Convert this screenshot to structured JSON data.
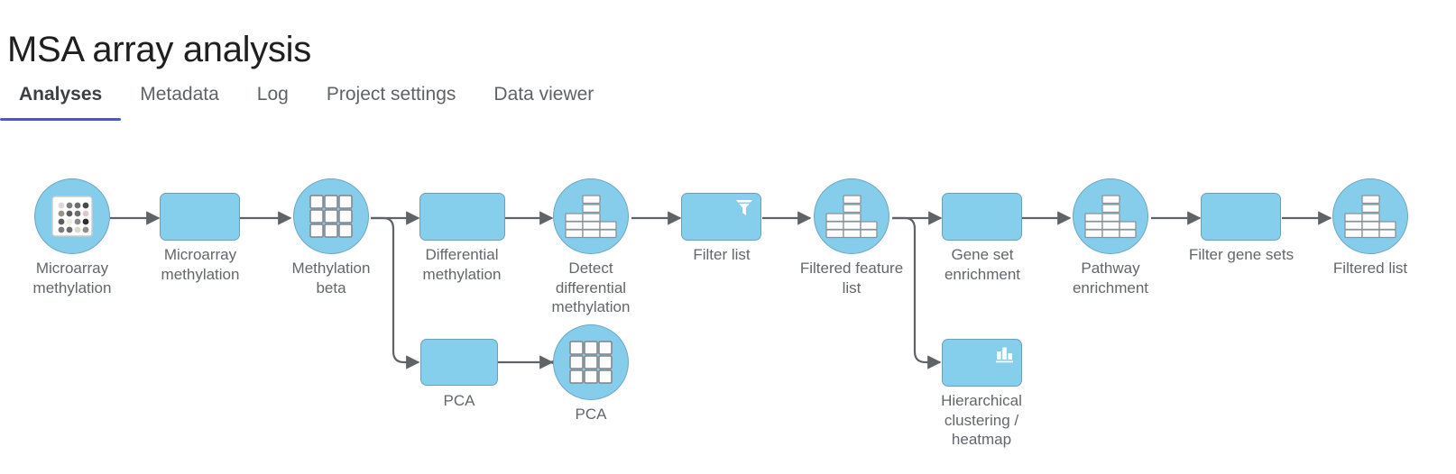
{
  "header": {
    "title": "MSA array analysis"
  },
  "tabs": [
    {
      "label": "Analyses",
      "active": true
    },
    {
      "label": "Metadata",
      "active": false
    },
    {
      "label": "Log",
      "active": false
    },
    {
      "label": "Project settings",
      "active": false
    },
    {
      "label": "Data viewer",
      "active": false
    }
  ],
  "colors": {
    "node_fill": "#85cdeb",
    "node_stroke": "#6fa8bf",
    "rect_fill": "#86cfec",
    "rect_stroke": "#6f9fb4",
    "wire": "#5f6368",
    "label_text": "#63666b",
    "tab_active_underline": "#4a56d6",
    "tab_text": "#5f6368",
    "title_text": "#1f1f1f"
  },
  "workflow": {
    "nodes": [
      {
        "id": "n1",
        "label": "Microarray\nmethylation",
        "shape": "circle",
        "icon": "microarray-dots-icon"
      },
      {
        "id": "n2",
        "label": "Microarray\nmethylation",
        "shape": "rect",
        "icon": "none"
      },
      {
        "id": "n3",
        "label": "Methylation\nbeta",
        "shape": "circle",
        "icon": "grid-squares-icon"
      },
      {
        "id": "n4",
        "label": "Differential\nmethylation",
        "shape": "rect",
        "icon": "none"
      },
      {
        "id": "n5",
        "label": "Detect\ndifferential\nmethylation",
        "shape": "circle",
        "icon": "feature-list-icon"
      },
      {
        "id": "n6",
        "label": "Filter list",
        "shape": "rect",
        "icon": "funnel-icon"
      },
      {
        "id": "n7",
        "label": "Filtered feature\nlist",
        "shape": "circle",
        "icon": "feature-list-icon"
      },
      {
        "id": "n8",
        "label": "Gene set\nenrichment",
        "shape": "rect",
        "icon": "none"
      },
      {
        "id": "n9",
        "label": "Pathway\nenrichment",
        "shape": "circle",
        "icon": "feature-list-icon"
      },
      {
        "id": "n10",
        "label": "Filter gene sets",
        "shape": "rect",
        "icon": "none"
      },
      {
        "id": "n11",
        "label": "Filtered list",
        "shape": "circle",
        "icon": "feature-list-icon"
      },
      {
        "id": "n12",
        "label": "PCA",
        "shape": "rect",
        "icon": "none"
      },
      {
        "id": "n13",
        "label": "PCA",
        "shape": "circle",
        "icon": "grid-squares-icon"
      },
      {
        "id": "n14",
        "label": "Hierarchical\nclustering /\nheatmap",
        "shape": "rect",
        "icon": "bar-chart-icon"
      }
    ],
    "edges": [
      {
        "from": "n1",
        "to": "n2"
      },
      {
        "from": "n2",
        "to": "n3"
      },
      {
        "from": "n3",
        "to": "n4"
      },
      {
        "from": "n3",
        "to": "n12"
      },
      {
        "from": "n4",
        "to": "n5"
      },
      {
        "from": "n5",
        "to": "n6"
      },
      {
        "from": "n6",
        "to": "n7"
      },
      {
        "from": "n7",
        "to": "n8"
      },
      {
        "from": "n7",
        "to": "n14"
      },
      {
        "from": "n8",
        "to": "n9"
      },
      {
        "from": "n9",
        "to": "n10"
      },
      {
        "from": "n10",
        "to": "n11"
      },
      {
        "from": "n12",
        "to": "n13"
      }
    ]
  }
}
